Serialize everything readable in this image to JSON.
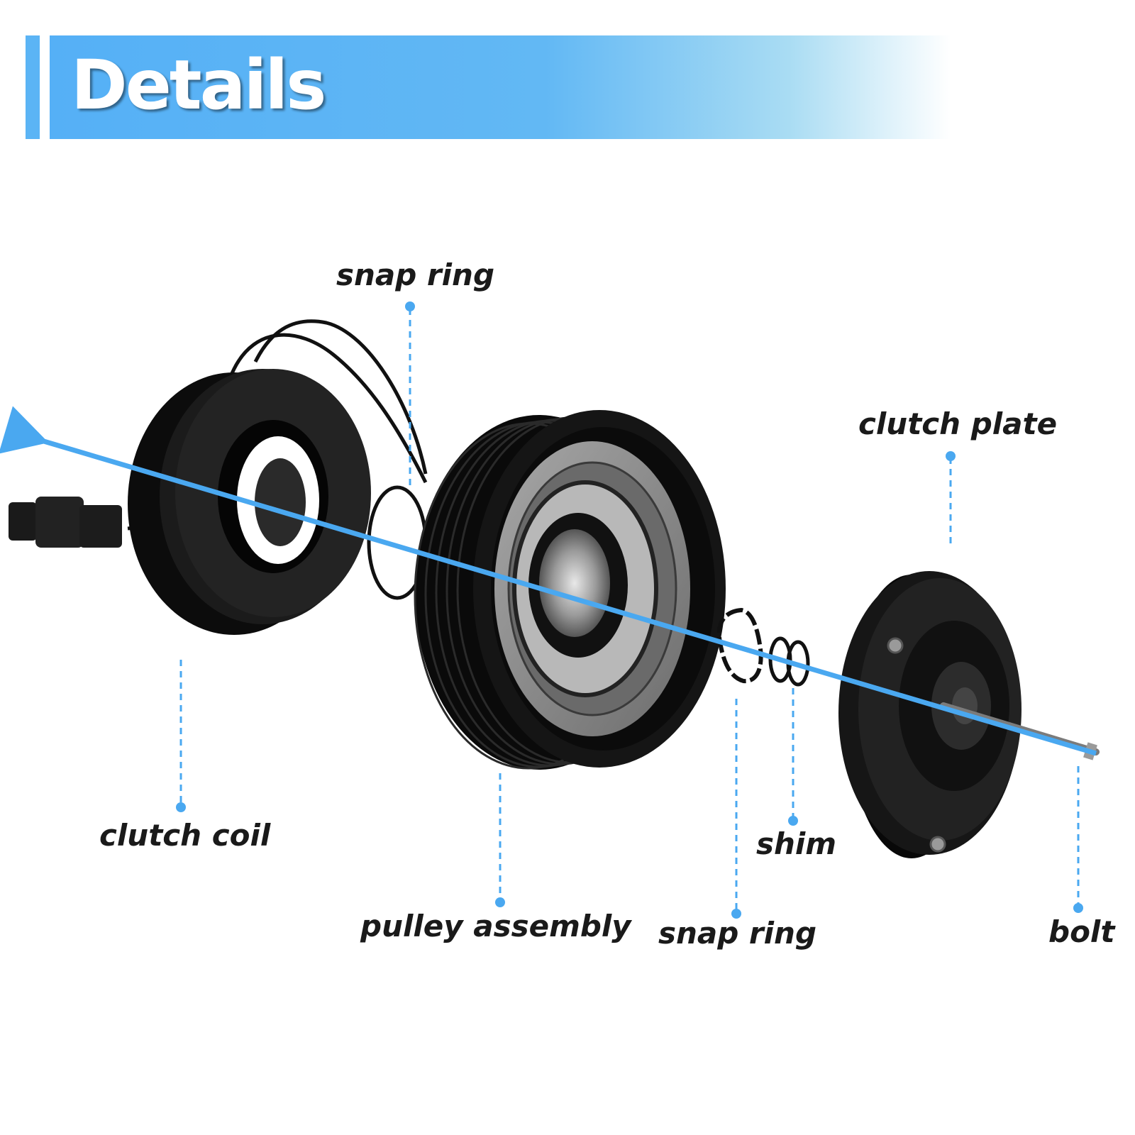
{
  "header": {
    "title": "Details"
  },
  "labels": {
    "snap_ring_top": "snap ring",
    "clutch_plate": "clutch plate",
    "clutch_coil": "clutch coil",
    "shim": "shim",
    "pulley_assembly": "pulley assembly",
    "snap_ring_bottom": "snap ring",
    "bolt": "bolt"
  },
  "colors": {
    "accent": "#5bb4f5",
    "axis": "#4aa8f0",
    "parts": "#111111",
    "metal": "#8f8f8f"
  }
}
